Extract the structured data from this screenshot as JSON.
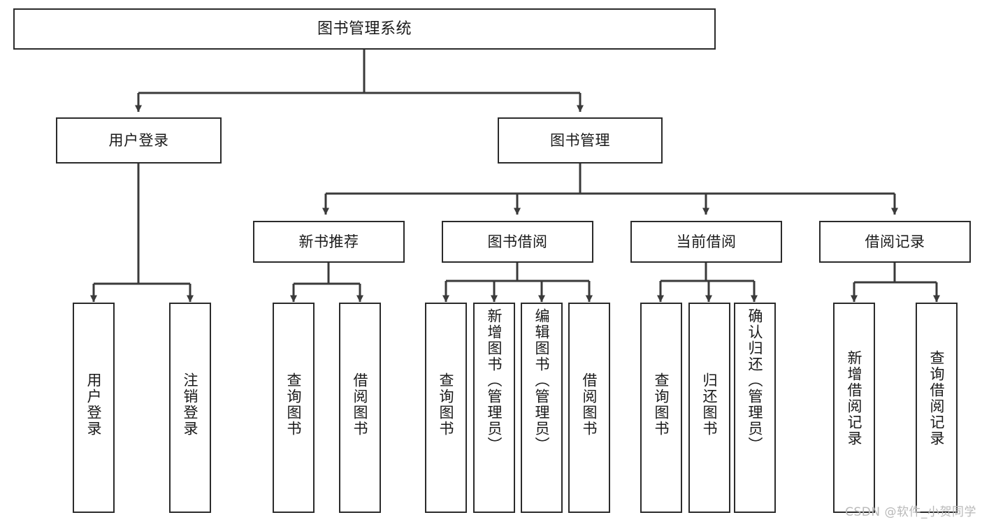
{
  "diagram": {
    "title": "图书管理系统",
    "type": "tree",
    "watermark": "CSDN @软件_小贺同学",
    "colors": {
      "node_border": "#2b2b2b",
      "node_fill": "#ffffff",
      "edge": "#3a3a3a",
      "text": "#1a1a1a",
      "watermark": "#b9b9b9",
      "background": "#ffffff"
    },
    "root": {
      "label": "图书管理系统"
    },
    "level2": [
      {
        "label": "用户登录"
      },
      {
        "label": "图书管理"
      }
    ],
    "level3": [
      {
        "label": "新书推荐"
      },
      {
        "label": "图书借阅"
      },
      {
        "label": "当前借阅"
      },
      {
        "label": "借阅记录"
      }
    ],
    "leaves": {
      "user_login": [
        {
          "label": "用户登录"
        },
        {
          "label": "注销登录"
        }
      ],
      "new_book": [
        {
          "label": "查询图书"
        },
        {
          "label": "借阅图书"
        }
      ],
      "book_borrow": [
        {
          "label": "查询图书"
        },
        {
          "label": "新增图书（管理员）"
        },
        {
          "label": "编辑图书（管理员）"
        },
        {
          "label": "借阅图书"
        }
      ],
      "current_borrow": [
        {
          "label": "查询图书"
        },
        {
          "label": "归还图书"
        },
        {
          "label": "确认归还（管理员）"
        }
      ],
      "borrow_record": [
        {
          "label": "新增借阅记录"
        },
        {
          "label": "查询借阅记录"
        }
      ]
    }
  }
}
